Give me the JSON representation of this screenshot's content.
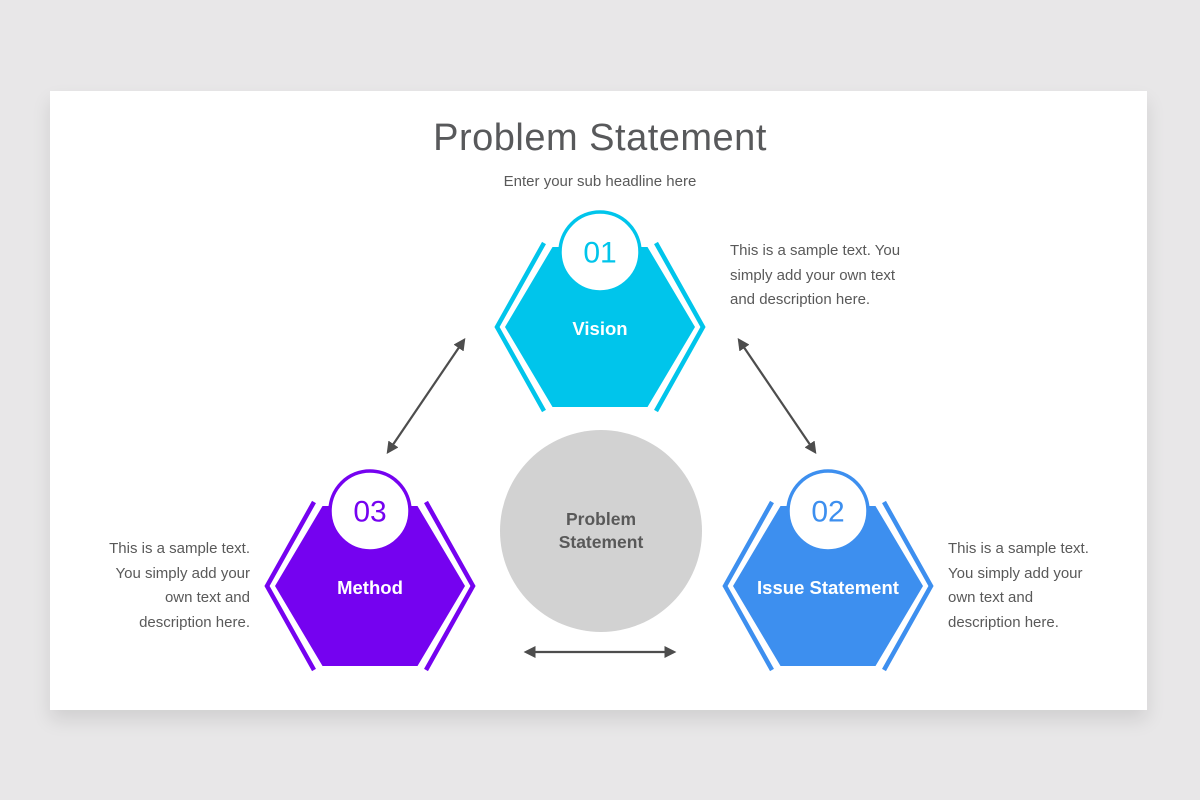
{
  "slide": {
    "background": "#e8e7e8",
    "card_background": "#ffffff",
    "title": "Problem Statement",
    "subtitle": "Enter your sub headline here",
    "title_color": "#58595b",
    "body_text_color": "#595959",
    "white": "#ffffff"
  },
  "center_circle": {
    "fill": "#d2d2d2",
    "lines": [
      "Problem",
      "Statement"
    ]
  },
  "arrow_color": "#4d4d4d",
  "nodes": {
    "vision": {
      "number": "01",
      "label": "Vision",
      "color": "#00c5eb",
      "desc_lines": [
        "This is a sample text. You",
        "simply add your own text",
        "and description here."
      ]
    },
    "issue": {
      "number": "02",
      "label": "Issue Statement",
      "color": "#3d8fef",
      "desc_lines": [
        "This is a sample text.",
        "You simply add your",
        "own text and",
        "description here."
      ]
    },
    "method": {
      "number": "03",
      "label": "Method",
      "color": "#7502f0",
      "desc_lines": [
        "This is a sample text.",
        "You simply add your",
        "own text and",
        "description here."
      ]
    }
  }
}
